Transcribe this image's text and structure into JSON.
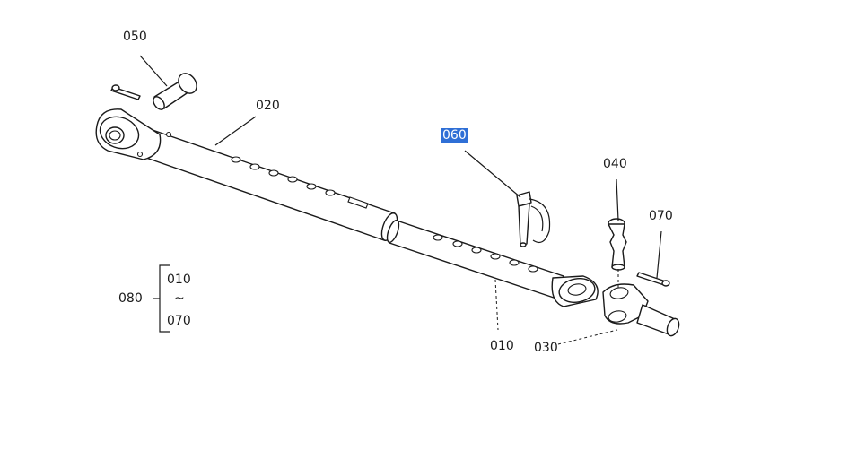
{
  "callouts": {
    "c050": "050",
    "c020": "020",
    "c060": "060",
    "c040": "040",
    "c070": "070",
    "c010": "010",
    "c030": "030"
  },
  "assembly": {
    "label": "080",
    "range_start": "010",
    "range_sep": "~",
    "range_end": "070"
  },
  "highlight_color": "#2f6fd6"
}
